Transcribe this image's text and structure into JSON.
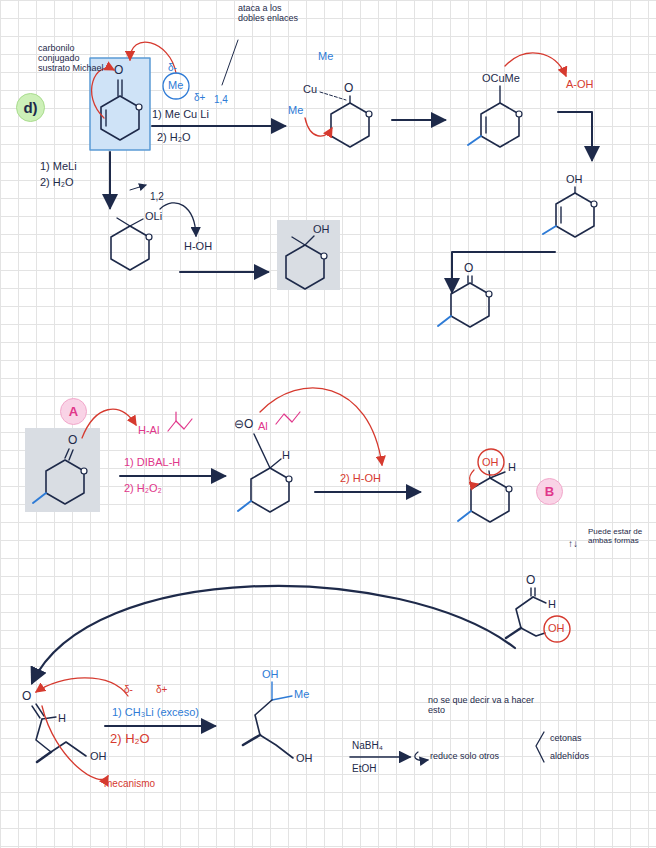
{
  "diagram": {
    "nodes": [
      {
        "text": [
          "d)"
        ]
      },
      {
        "text": [
          "A"
        ]
      },
      {
        "text": [
          "B"
        ]
      }
    ],
    "labels": [
      "carbonilo conjugado sustrato Michael",
      "ataca a los dobles enlaces",
      "O",
      "δ-",
      "Me",
      "δ+",
      "1,4",
      "1) Me Cu Li",
      "2) H₂O",
      "Me",
      "Cu",
      "Me",
      "O",
      "OCuMe",
      "A-OH",
      "OH",
      "O",
      "1) MeLi",
      "2) H₂O",
      "1,2",
      "OLi",
      "H-OH",
      "OH",
      "H-Al",
      "1) DIBAL-H",
      "2) H₂O₂",
      "O",
      "⊖O",
      "Al",
      "H",
      "2) H-OH",
      "OH",
      "H",
      "↑↓",
      "Puede estar de ambas formas",
      "O",
      "H",
      "OH",
      "O",
      "H",
      "OH",
      "δ-",
      "δ+",
      "1) CH₃Li (exceso)",
      "2) H₂O",
      "mecanismo",
      "OH",
      "Me",
      "OH",
      "NaBH₄",
      "EtOH",
      "no se que decir va a hacer esto",
      "reduce solo otros",
      "cetonas",
      "aldehídos"
    ]
  }
}
